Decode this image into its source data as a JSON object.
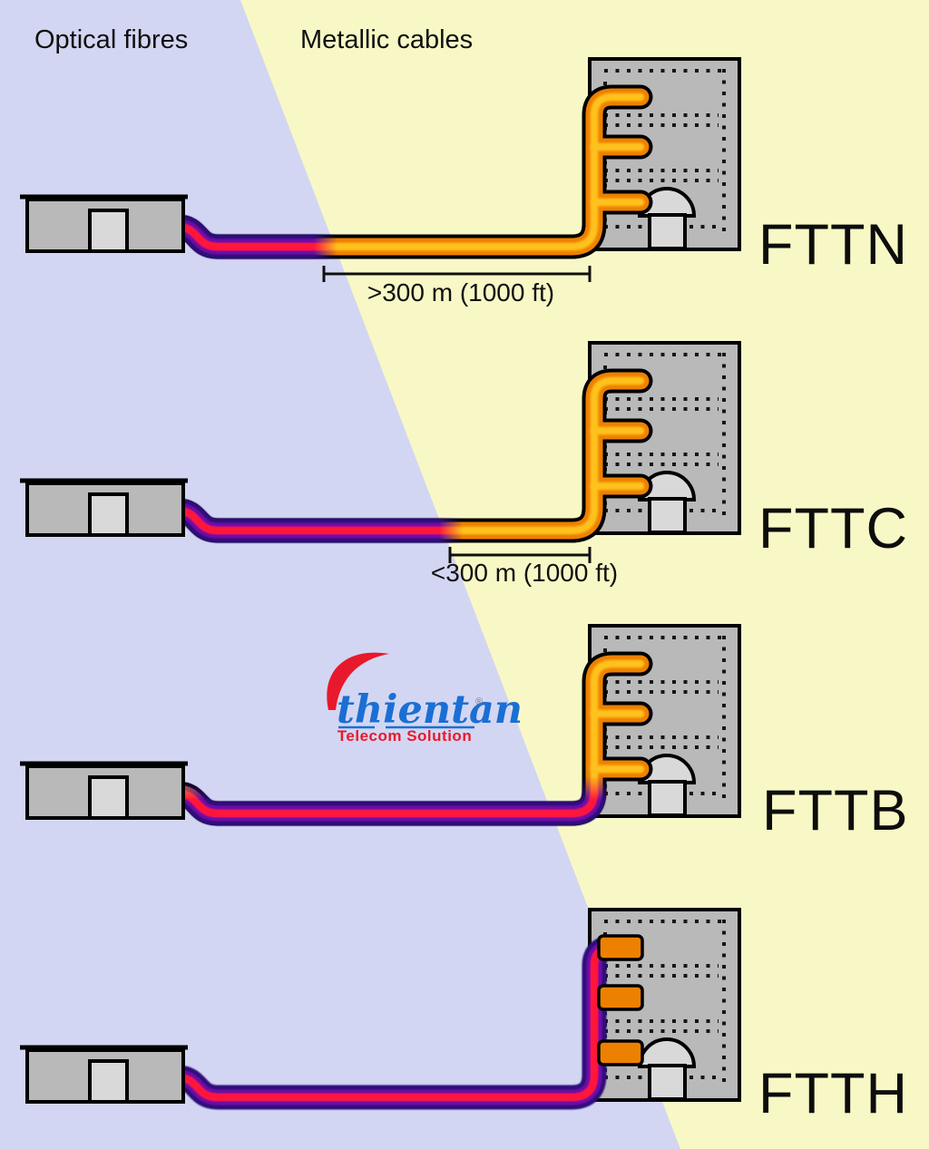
{
  "header": {
    "optical_label": "Optical fibres",
    "metallic_label": "Metallic cables"
  },
  "rows": [
    {
      "label": "FTTN",
      "distance": ">300 m (1000 ft)"
    },
    {
      "label": "FTTC",
      "distance": "<300 m (1000 ft)"
    },
    {
      "label": "FTTB"
    },
    {
      "label": "FTTH"
    }
  ],
  "logo": {
    "wordmark": "thientan",
    "registered": "®",
    "tagline": "Telecom Solution"
  },
  "colors": {
    "optical_bg": "#d3d6f2",
    "metallic_bg": "#f8f8c6",
    "fiber_sheath": "#2f0b7c",
    "fiber_mid": "#6d09a4",
    "fiber_core": "#ff1238",
    "copper_outline": "#000000",
    "copper_fill": "#ee8000",
    "copper_core": "#ffc21c",
    "building_gray": "#b9b9b9",
    "door_gray": "#d9d9d9",
    "logo_blue": "#1a6fd4",
    "logo_red": "#e8192c"
  }
}
